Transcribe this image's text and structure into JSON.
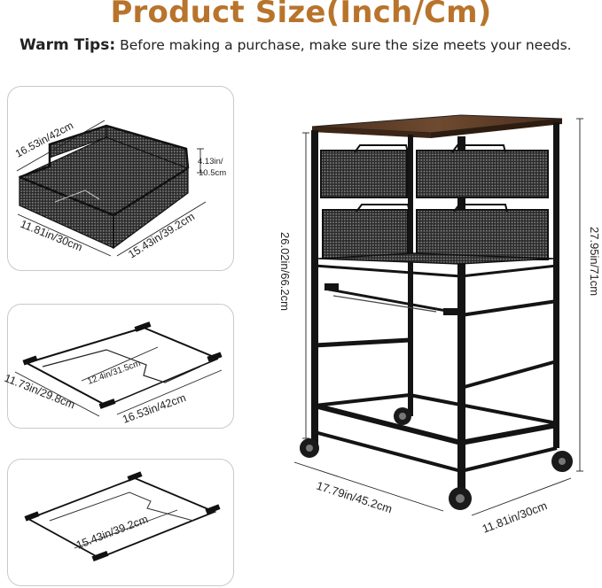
{
  "title": "Product Size(Inch/Cm)",
  "tips": {
    "label": "Warm Tips:",
    "text": "Before making a purchase, make sure the size meets your needs."
  },
  "basket": {
    "length": "16.53in/42cm",
    "height_line1": "4.13in/",
    "height_line2": "10.5cm",
    "width": "11.81in/30cm",
    "depth": "15.43in/39.2cm"
  },
  "slide": {
    "inner": "12.4in/31.5cm",
    "width": "11.73in/29.8cm",
    "length": "16.53in/42cm"
  },
  "frame": {
    "depth": "15.43in/39.2cm"
  },
  "cart": {
    "drawer_height": "26.02in/66.2cm",
    "total_height": "27.95in/71cm",
    "width": "17.79in/45.2cm",
    "depth": "11.81in/30cm"
  },
  "colors": {
    "title": "#b8742c",
    "frame": "#141414",
    "wood": "#5a3a24",
    "panel_border": "#c9c9c9"
  }
}
